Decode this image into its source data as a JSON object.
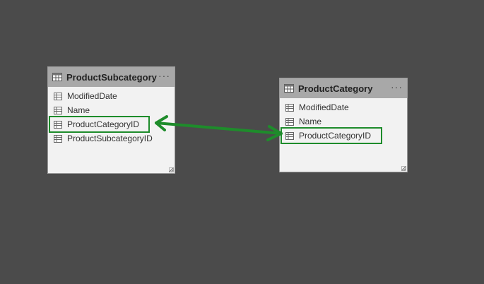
{
  "tables": [
    {
      "id": "card-subcategory",
      "title": "ProductSubcategory",
      "more_label": "···",
      "fields": [
        {
          "label": "ModifiedDate",
          "highlighted": false
        },
        {
          "label": "Name",
          "highlighted": false
        },
        {
          "label": "ProductCategoryID",
          "highlighted": true
        },
        {
          "label": "ProductSubcategoryID",
          "highlighted": false
        }
      ]
    },
    {
      "id": "card-category",
      "title": "ProductCategory",
      "more_label": "···",
      "fields": [
        {
          "label": "ModifiedDate",
          "highlighted": false
        },
        {
          "label": "Name",
          "highlighted": false
        },
        {
          "label": "ProductCategoryID",
          "highlighted": true
        }
      ]
    }
  ],
  "colors": {
    "canvas": "#4b4b4b",
    "card_background": "#f2f2f2",
    "card_header": "#a8a8a8",
    "relationship_highlight": "#1e8c2b"
  },
  "icons": {
    "table": "table-icon",
    "field": "field-icon",
    "more": "more-options-icon",
    "resize": "resize-grip-icon",
    "relationship": "relationship-arrow"
  }
}
